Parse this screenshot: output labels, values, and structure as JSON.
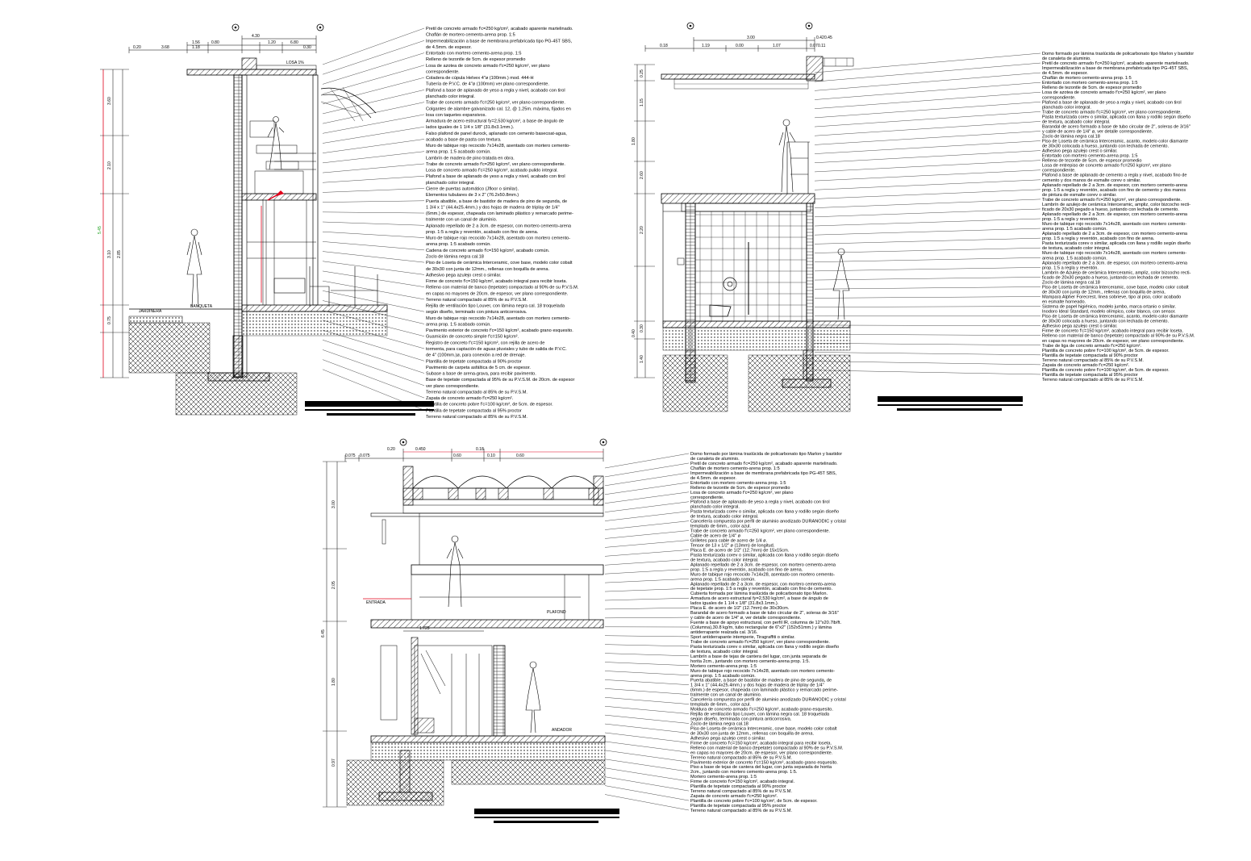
{
  "colors": {
    "ink": "#000000",
    "level_marker": "#e0001a",
    "dimension_green": "#1aa01a",
    "paper": "#ffffff"
  },
  "section_a": {
    "dims_top": [
      "4.30",
      "1.56",
      "0.80",
      "1.20",
      "6.80",
      "1.18",
      "0.20",
      "3.68",
      "0.30"
    ],
    "dims_left": [
      "3.60",
      "2.10",
      "2.85",
      "3.10",
      "0.75"
    ],
    "overall_height": "5.45",
    "labels": [
      "JARDINERA",
      "BANQUETA"
    ],
    "notes": [
      "Pretil de concreto armado f'c=250 kg/cm², acabado aparente martelinado.",
      "Chaflán de mortero cemento-arena prop. 1:5",
      "Impermeabilización a base de membrana prefabricada tipo PG-45T SBS,",
      "de 4.5mm. de espesor.",
      "Entortado con mortero cemento-arena prop. 1:5",
      "Relleno de tezontle de 5cm. de espesor promedio",
      "Losa de azotea de concreto armado f'c=250 kg/cm², ver plano",
      "correspondiente.",
      "Coladera de cúpula Helvex 4\"ø (100mm.) mod. 444-H",
      "Tubería de P.V.C. de 4\"ø (100mm) ver plano correspondiente.",
      "Plafond a base de aplanado de yeso a regla y nivel, acabado con tirol",
      "planchado color integral.",
      "Trabe de concreto armado f'c=250 kg/cm², ver plano correspondiente.",
      "Colgantes de alambre galvanizado cal. 12, @ 1.25m. máxima, fijados en",
      "losa con taquetes expansivos.",
      "Armadura de acero estructural fy=2,530 kg/cm², a base de ángulo de",
      "lados iguales de 1 1/4 x 1/8\" (31.8x3.1mm.).",
      "Falso plafond de panel durock, aplanado con cemento basecoat-agua,",
      "acabado a base de pasta con textura.",
      "Muro de tabique rojo recocido 7x14x28, asentado con mortero cemento-",
      "arena prop. 1:5 acabado común.",
      "Lambrín de madera de pino tratada en obra.",
      "Trabe de concreto armado f'c=250 kg/cm², ver plano correspondiente.",
      "Losa de concreto armado f'c=250 kg/cm², acabado pulido integral.",
      "Plafond a base de aplanado de yeso a regla y nivel, acabado con tirol",
      "planchado color integral.",
      "Cierre de puertas automático (Jfloor o similar).",
      "Elementos tubulares de 3 x 2\" (76.2x50.8mm.)",
      "Puerta abatible, a base de bastidor de madera de pino de segunda, de",
      "1 3/4 x 1\" (44.4x25.4mm.) y dos hojas de madera de triplay de 1/4\"",
      "(6mm.) de espesor, chapeada con laminado plástico y remarcado perime-",
      "tralmente con un canal de aluminio.",
      "Aplanado repellado de 2 a 3cm. de espesor, con mortero cemento-arena",
      "prop. 1:5 a regla y reventón, acabado con fino de arena.",
      "Muro de tabique rojo recocido 7x14x28, asentado con mortero cemento-",
      "arena prop. 1:5 acabado común.",
      "Cadena de concreto armado f'c=150 kg/cm², acabado común.",
      "Zoclo de lámina negra cal.18",
      "Piso de Loseta de cerámica Interceramic, cove base, modelo color cobalt",
      "de 30x30 con junta de 12mm., rellenas con boquilla de arena.",
      "Adhesivo pega azulejo crest o similar.",
      "Firme de concreto f'c=150 kg/cm², acabado integral para recibir loseta.",
      "Relleno con material de banco (tepetate) compactado al 90% de su P.V.S.M.",
      "en capas no mayores de 20cm. de espesor, ver plano correspondiente.",
      "Terreno natural compactado al 85% de su P.V.S.M.",
      "Rejilla de ventilación tipo Louver, con lámina negra cal. 18 troquelada",
      "según diseño, terminado con pintura anticorrosiva.",
      "Muro de tabique rojo recocido 7x14x28, asentado con mortero cemento-",
      "arena prop. 1:5 acabado común.",
      "Pavimento exterior de concreto f'c=150 kg/cm², acabado grano esquesito.",
      "Guarnición de concreto simple f'c=150 kg/cm².",
      "Registro de concreto f'c=150 kg/cm², con rejilla de acero de",
      "tormenta, para captación de aguas pluviales y tubo de salida de P.V.C.",
      "de 4\" (100mm.)ø, para conexión a red de drenaje.",
      "Plantilla de tepetate compactada al 90% proctor",
      "Pavimento de carpeta asfáltica de 5 cm. de espesor.",
      "Subase a base de arena-grava, para recibir pavimento.",
      "Base de tepetate compactada al 95% de su P.V.S.M. de 20cm. de espesor",
      "ver plano correspondiente.",
      "Terreno natural compactado al 85% de su P.V.S.M.",
      "Zapata de concreto armado f'c=250 kg/cm².",
      "Plantilla de concreto pobre f'c=100 kg/cm², de 5cm. de espesor.",
      "Plantilla de tepetate compactada al 95% proctor",
      "Terreno natural compactado al 85% de su P.V.S.M."
    ]
  },
  "section_b": {
    "dims_top": [
      "3.00",
      "0.42",
      "0.45",
      "1.19",
      "0.00",
      "1.07",
      "0.18",
      "0.07",
      "0.11"
    ],
    "dims_left": [
      "0.25",
      "1.15",
      "1.80",
      "2.60",
      "2.20",
      "0.30",
      "0.40",
      "1.40"
    ],
    "notes": [
      "Domo formado por lámina traslúcida de policarbonato tipo Marlon y bastidor",
      "de canaleta de aluminio.",
      "Pretil de concreto armado f'c=250 kg/cm², acabado aparente martelinado.",
      "Impermeabilización a base de membrana prefabricada tipo PG-45T SBS,",
      "de 4.5mm. de espesor.",
      "Chaflán de mortero cemento-arena prop. 1:5",
      "Entortado con mortero cemento-arena prop. 1:5",
      "Relleno de tezontle de 5cm. de espesor promedio",
      "Losa de azotea de concreto armado f'c=250 kg/cm², ver plano",
      "correspondiente.",
      "Plafond a base de aplanado de yeso a regla y nivel, acabado con tirol",
      "planchado color integral.",
      "Trabe de concreto armado f'c=250 kg/cm², ver plano correspondiente.",
      "Pasta texturizada corev o similar, aplicada con llana y rodillo según diseño",
      "de textura, acabado color integral.",
      "Barandal de acero formado a base de tubo circular de 2\", soleras de 3/16\"",
      "y cable de acero de 1/4\" ø, ver detalle correspondiente.",
      "Zoclo de lámina negra cal.18",
      "Piso de Loseta de cerámica Interceramic, acanto, modelo color diamante",
      "de 30x30 colocada a hueso, juntando con lechada de cemento.",
      "Adhesivo pega azulejo crest o similar.",
      "Entortado con mortero cemento-arena prop. 1:5",
      "Relleno de tezontle de 5cm. de espesor promedio",
      "Losa de entrepiso de concreto armado f'c=250 kg/cm², ver plano",
      "correspondiente.",
      "Plafond a base de aplanado de cemento a regla y nivel, acabado fino de",
      "cemento y dos manos de esmalte corev o similar.",
      "Aplanado repellado de 2 a 3cm. de espesor, con mortero cemento-arena",
      "prop. 1:5 a regla y reventón, acabado con fino de cemento y dos manos",
      "de pintura de esmalte corev o similar.",
      "Trabe de concreto armado f'c=250 kg/cm², ver plano correspondiente.",
      "Lambrín de azulejo de cerámica Interceramic, ampliz, color bizcocho recti-",
      "ficado de 20x30 pegado a hueso, juntando con lechada de cemento.",
      "Aplanado repellado de 2 a 3cm. de espesor, con mortero cemento-arena",
      "prop. 1:5 a regla y reventón.",
      "Muro de tabique rojo recocido 7x14x28, asentado con mortero cemento-",
      "arena prop. 1:5 acabado común.",
      "Aplanado repellado de 2 a 3cm. de espesor, con mortero cemento-arena",
      "prop. 1:5 a regla y reventón, acabado con fino de arena.",
      "Pasta texturizada corev o similar, aplicada con llana y rodillo según diseño",
      "de textura, acabado color integral.",
      "Muro de tabique rojo recocido 7x14x28, asentado con mortero cemento-",
      "arena prop. 1:5 acabado común.",
      "Aplanado repellado de 2 a 3cm. de espesor, con mortero cemento-arena",
      "prop. 1:5 a regla y reventón.",
      "Lambrín de Azulejo de cerámica Interceramic, ampliz, color bizcocho recti-",
      "ficado de 20x30 pegado a hueso, juntando con lechada de cemento.",
      "Zoclo de lámina negra cal.18",
      "Piso de Loseta de cerámica Interceramic, cove base, modelo color cobalt",
      "de 30x30 con junta de 12mm., rellenas con boquilla de arena.",
      "Mampara Alpher Forecrest, línea sobrieve, tipo al piso, color acabado",
      "en esmalte horneado.",
      "Sistema de papel higiénico, modelo jumbo, marca ortanio o similar.",
      "Inodoro Ideal Standard, modelo olímpico, color blanco, con sensor.",
      "Piso de Loseta de cerámica Interceramic, acanto, modelo color diamante",
      "de 30x30 colocada a hueso, juntando con lechada de cemento.",
      "Adhesivo pega azulejo crest o similar.",
      "Firme de concreto f'c=150 kg/cm², acabado integral para recibir loseta.",
      "Relleno con material de banco (tepetate) compactado al 90% de su P.V.S.M.",
      "en capas no mayores de 20cm. de espesor, ver plano correspondiente.",
      "Trabe de liga de concreto armado f'c=250 kg/cm².",
      "Plantilla de concreto pobre f'c=100 kg/cm², de 5cm. de espesor.",
      "Plantilla de tepetate compactada al 90% proctor",
      "Terreno natural compactado al 85% de su P.V.S.M.",
      "Zapata de concreto armado f'c=250 kg/cm².",
      "Plantilla de concreto pobre f'c=100 kg/cm², de 5cm. de espesor.",
      "Plantilla de tepetate compactada al 95% proctor",
      "Terreno natural compactado al 85% de su P.V.S.M."
    ]
  },
  "section_c": {
    "dims_top": [
      "0.075",
      "0.075",
      "0.450",
      "0.18",
      "0.60",
      "0.10",
      "0.20",
      "0.60"
    ],
    "dims_left": [
      "3.00",
      "2.05",
      "1.80",
      "0.97"
    ],
    "overall_height": "6.45",
    "dim_mid": "1.725",
    "labels": [
      "PLAFOND",
      "ENTRADA"
    ],
    "notes": [
      "Domo formado por lámina traslúcida de policarbonato tipo Marlon y bastidor",
      "de canaleta de aluminio.",
      "Pretil de concreto armado f'c=250 kg/cm², acabado aparente martelinado.",
      "Chaflán de mortero cemento-arena prop. 1:5",
      "Impermeabilización a base de membrana prefabricada tipo PG-45T SBS,",
      "de 4.5mm. de espesor.",
      "Entortado con mortero cemento-arena prop. 1:5",
      "Relleno de tezontle de 5cm. de espesor promedio",
      "Losa de concreto armado f'c=250 kg/cm², ver plano",
      "correspondiente.",
      "Plafond a base de aplanado de yeso a regla y nivel, acabado con tirol",
      "planchado color integral.",
      "Pasta texturizada corev o similar, aplicada con llana y rodillo según diseño",
      "de textura, acabado color integral.",
      "Cancelería compuesta por perfil de aluminio anodizado DURANODIC y cristal",
      "templado de 6mm., color azul.",
      "Trabe de concreto armado f'c=250 kg/cm², ver plano correspondiente.",
      "Cable de acero de 1/4\" ø",
      "Grilletes para cable de acero de 1/4 ø.",
      "Tensor de 13 x 1/2\" ø (13mm) de longitud.",
      "Placa E. de acero de 1/2\" (12.7mm) de 15x15cm.",
      "Pasta texturizada corev o similar, aplicada con llana y rodillo según diseño",
      "de textura, acabado color integral.",
      "Aplanado repellado de 2 a 3cm. de espesor, con mortero cemento-arena",
      "prop. 1:5 a regla y reventón, acabado con fino de arena.",
      "Muro de tabique rojo recocido 7x14x28, asentado con mortero cemento-",
      "arena prop. 1:5 acabado común.",
      "Aplanado repellado de 2 a 3cm. de espesor, con mortero cemento-arena",
      "de tepetate prop. 1:5 a regla y reventón, acabado con fino de cemento.",
      "Cubierta formada por lámina traslúcida de policarbonato tipo Marlon.",
      "Armadura de acero estructural fy=2,530 kg/cm², a base de ángulo de",
      "lados iguales de 1 1/4 x 1/8\" (31.8x3.1mm.).",
      "Placa E. de acero de 1/2\" (12.7mm) de 30x30cm.",
      "Barandal de acero formado a base de tubo circular de 2\", soleras de 3/16\"",
      "y cable de acero de 1/4\" ø, ver detalle correspondiente.",
      "Fuente a base de apoyo estructural, con perfil IR, columna de 12\"x20.7lb/ft.",
      "(Columna),30.8 kg/m, tubo rectangular de 6\"x2\" (152x51mm.) y lámina",
      "antiderrapante realzada cal. 3/16.",
      "Sport antiderrapante intemperie, Tiragraffiti o similar.",
      "Trabe de concreto armado f'c=250 kg/cm², ver plano correspondiente.",
      "Pasta texturizada corev o similar, aplicada con llana y rodillo según diseño",
      "de textura, acabado color integral.",
      "Lambrín a base de tejas de cantera del lugar, con junta separada de",
      "horita 2cm., juntando con mortero cemento-arena prop. 1:5.",
      "Mortero cemento-arena prop. 1:5",
      "Muro de tabique rojo recocido 7x14x28, asentado con mortero cemento-",
      "arena prop. 1:5 acabado común.",
      "Puerta abatible, a base de bastidor de madera de pino de segunda, de",
      "1 3/4 x 1\" (44.4x25.4mm.) y dos hojas de madera de triplay de 1/4\"",
      "(6mm.) de espesor, chapeada con laminado plástico y remarcado perime-",
      "tralmente con un canal de aluminio.",
      "Cancelería compuesta por perfil de aluminio anodizado DURANODIC y cristal",
      "templado de 6mm., color azul.",
      "Moldura de concreto armado f'c=250 kg/cm², acabado grano esquesito.",
      "Rejilla de ventilación tipo Louver, con lámina negra cal. 18 troquelada",
      "según diseño, terminada con pintura anticorrosiva.",
      "Zoclo de lámina negra cal.18",
      "Piso de Loseta de cerámica Interceramic, cove base, modelo color cobalt",
      "de 30x30 con junta de 12mm., rellenas con boquilla de arena.",
      "Adhesivo pega azulejo crest o similar.",
      "Firme de concreto f'c=150 kg/cm², acabado integral para recibir loseta.",
      "Relleno con material de banco (tepetate) compactado al 90% de su P.V.S.M.",
      "en capas no mayores de 20cm. de espesor, ver plano correspondiente.",
      "Terreno natural compactado al 85% de su P.V.S.M.",
      "Pavimento exterior de concreto f'c=150 kg/cm², acabado grano esquesito.",
      "Piso a base de tejas de cantera del lugar, con junta separada de horita",
      "2cm., juntando con mortero cemento-arena prop. 1:5.",
      "Mortero cemento-arena prop. 1:5",
      "Firme de concreto f'c=150 kg/cm², acabado integral.",
      "Plantilla de tepetate compactada al 90% proctor",
      "Terreno natural compactado al 85% de su P.V.S.M.",
      "Zapata de concreto armado f'c=250 kg/cm².",
      "Plantilla de concreto pobre f'c=100 kg/cm², de 5cm. de espesor.",
      "Plantilla de tepetate compactada al 95% proctor",
      "Terreno natural compactado al 85% de su P.V.S.M."
    ]
  }
}
